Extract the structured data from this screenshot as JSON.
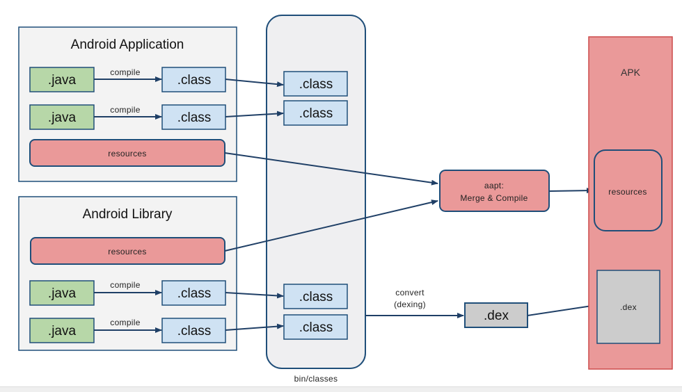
{
  "app_group": {
    "title": "Android Application",
    "rows": [
      {
        "java": ".java",
        "compile": "compile",
        "class": ".class"
      },
      {
        "java": ".java",
        "compile": "compile",
        "class": ".class"
      }
    ],
    "resources": "resources"
  },
  "lib_group": {
    "title": "Android Library",
    "resources": "resources",
    "rows": [
      {
        "java": ".java",
        "compile": "compile",
        "class": ".class"
      },
      {
        "java": ".java",
        "compile": "compile",
        "class": ".class"
      }
    ]
  },
  "bin": {
    "label": "bin/classes",
    "classes": [
      ".class",
      ".class",
      ".class",
      ".class"
    ]
  },
  "aapt": {
    "line1": "aapt:",
    "line2": "Merge & Compile"
  },
  "convert": {
    "line1": "convert",
    "line2": "(dexing)"
  },
  "dex": ".dex",
  "apk": {
    "title": "APK",
    "resources": "resources",
    "dex": ".dex"
  },
  "colors": {
    "java": "#b7d7a8",
    "class": "#cfe2f3",
    "resources": "#ea9999",
    "dex": "#cccccc",
    "border": "#1f4e79",
    "arrow": "#1f3f66"
  }
}
